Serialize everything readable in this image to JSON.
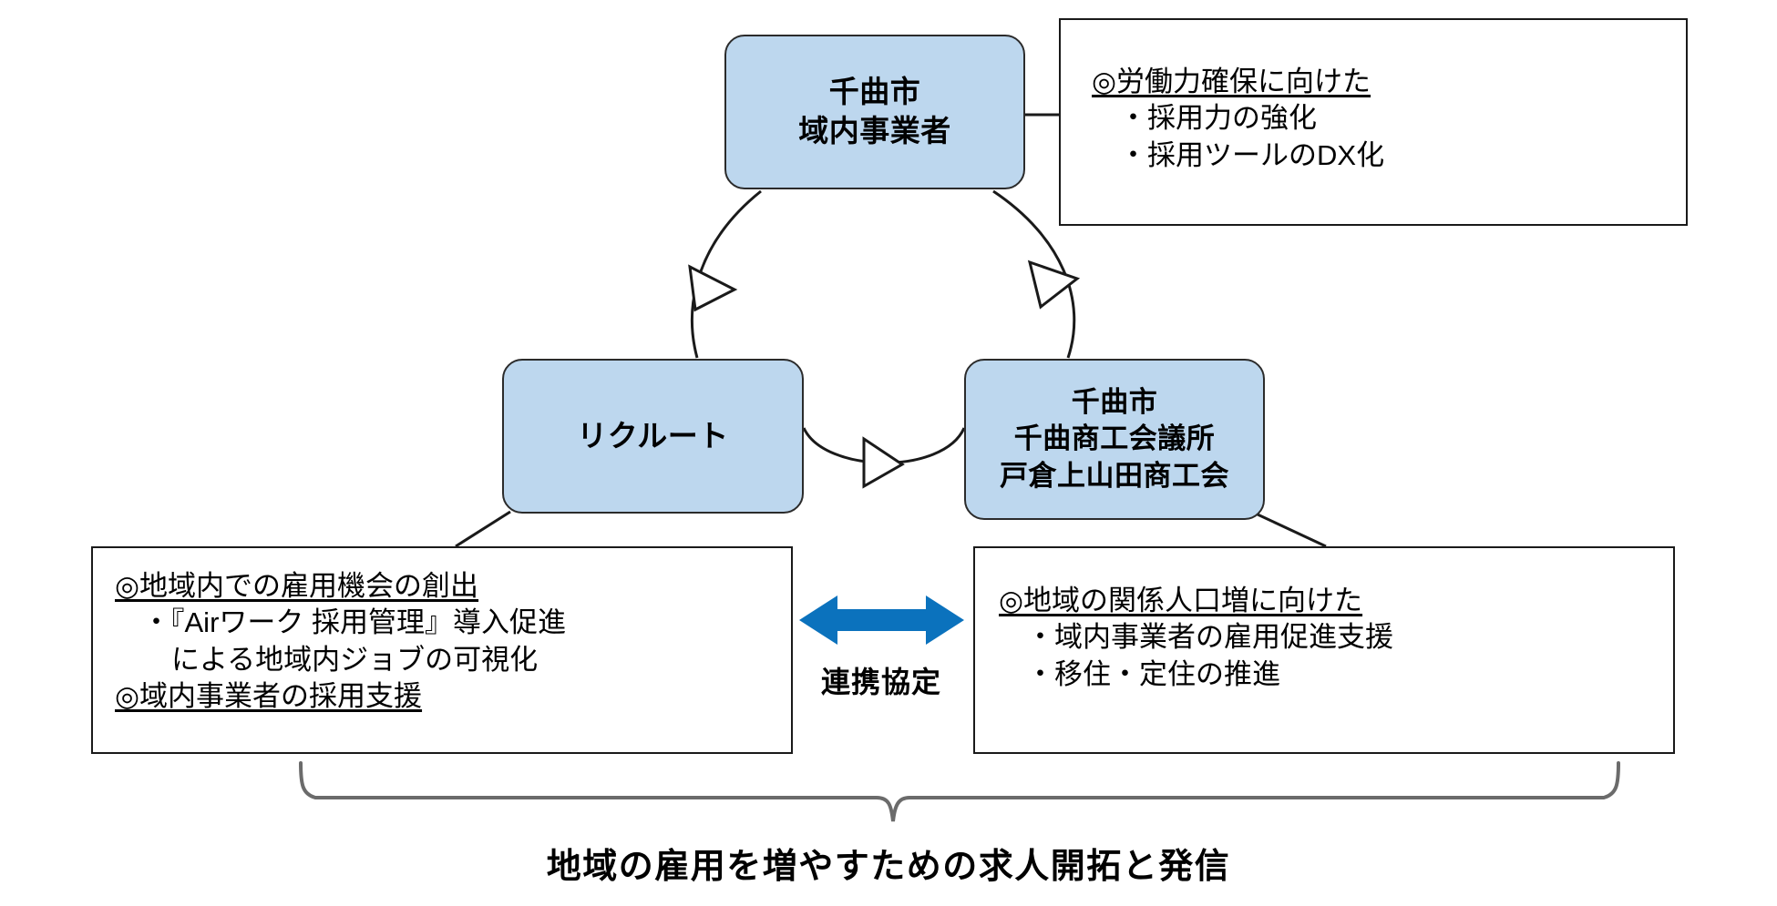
{
  "diagram": {
    "title_caption": "地域の雇用を増やすための求人開拓と発信",
    "accent_blue": "#0b72bd",
    "node_fill": "#bdd7ee",
    "node_stroke": "#2b2b2b",
    "box_stroke": "#1a1a1a"
  },
  "nodes": {
    "top": {
      "lines": [
        "千曲市",
        "域内事業者"
      ]
    },
    "left": {
      "lines": [
        "リクルート"
      ]
    },
    "right": {
      "lines": [
        "千曲市",
        "千曲商工会議所",
        "戸倉上山田商工会"
      ]
    }
  },
  "detail_boxes": {
    "top_right": {
      "heading": "◎労働力確保に向けた",
      "items": [
        "・採用力の強化",
        "・採用ツールのDX化"
      ]
    },
    "bottom_left": {
      "heading": "◎地域内での雇用機会の創出",
      "items": [
        "・『Airワーク 採用管理』導入促進",
        "による地域内ジョブの可視化"
      ],
      "heading2": "◎域内事業者の採用支援"
    },
    "bottom_right": {
      "heading": "◎地域の関係人口増に向けた",
      "items": [
        "・域内事業者の雇用促進支援",
        "・移住・定住の推進"
      ]
    }
  },
  "connector": {
    "coop_label": "連携協定"
  }
}
